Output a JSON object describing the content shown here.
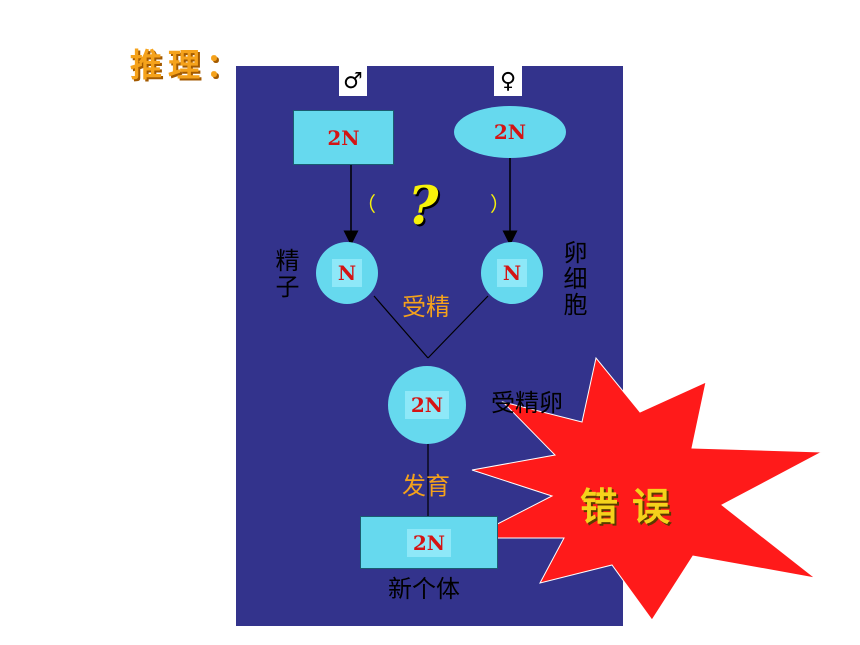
{
  "title": "推理：",
  "male_symbol": "♂",
  "female_symbol": "♀",
  "sperm_parent_cell": "2N",
  "egg_parent_cell": "2N",
  "sperm_cell": "N",
  "egg_cell": "N",
  "sperm_label": "精子",
  "egg_label": "卵细胞",
  "question_mark": "?",
  "paren_left": "（",
  "paren_right": "）",
  "fertilization_label": "受精",
  "zygote_cell": "2N",
  "zygote_label": "受精卵",
  "development_label": "发育",
  "new_individual_cell": "2N",
  "new_individual_label": "新个体",
  "error_badge": "错误",
  "colors": {
    "panel": "#33338c",
    "cell_fill": "#66d9ee",
    "cell_text": "#d41414",
    "title": "#f5a21b",
    "question": "#f7f20a",
    "starburst": "#ff1a1a"
  }
}
